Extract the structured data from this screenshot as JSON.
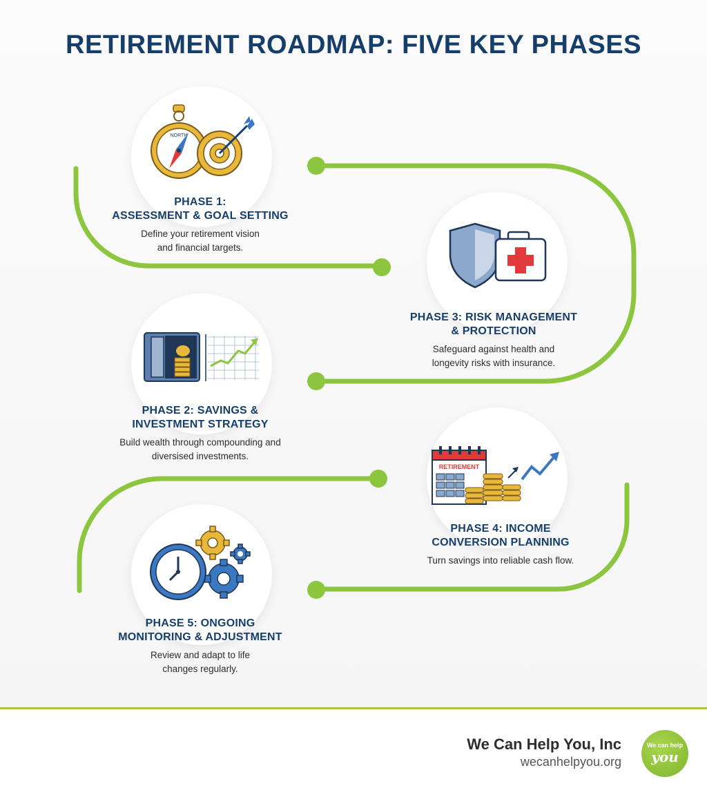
{
  "title": "RETIREMENT ROADMAP: FIVE KEY PHASES",
  "phases": [
    {
      "heading": "PHASE 1:\nASSESSMENT & GOAL SETTING",
      "description": "Define your retirement vision\nand financial targets.",
      "icon": "compass-target-icon"
    },
    {
      "heading": "PHASE 2: SAVINGS &\nINVESTMENT STRATEGY",
      "description": "Build wealth through compounding and\ndiversised investments.",
      "icon": "safe-growth-chart-icon"
    },
    {
      "heading": "PHASE 3: RISK MANAGEMENT\n& PROTECTION",
      "description": "Safeguard against health and\nlongevity risks with insurance.",
      "icon": "shield-medkit-icon"
    },
    {
      "heading": "PHASE 4: INCOME\nCONVERSION PLANNING",
      "description": "Turn savings into reliable cash flow.",
      "icon": "calendar-coins-icon",
      "calendar_label": "RETIREMENT"
    },
    {
      "heading": "PHASE 5: ONGOING\nMONITORING & ADJUSTMENT",
      "description": "Review and adapt to life\nchanges regularly.",
      "icon": "clock-gears-icon"
    }
  ],
  "compass_label": "NORTH",
  "footer": {
    "company": "We Can Help You, Inc",
    "url": "wecanhelpyou.org",
    "logo_line1": "We can help",
    "logo_line2": "you"
  },
  "colors": {
    "title": "#163e6b",
    "path": "#8cc63f",
    "divider": "#a9c24b",
    "accent_gold": "#e8b83a",
    "accent_blue": "#3b78c2",
    "accent_red": "#e23a3a"
  }
}
